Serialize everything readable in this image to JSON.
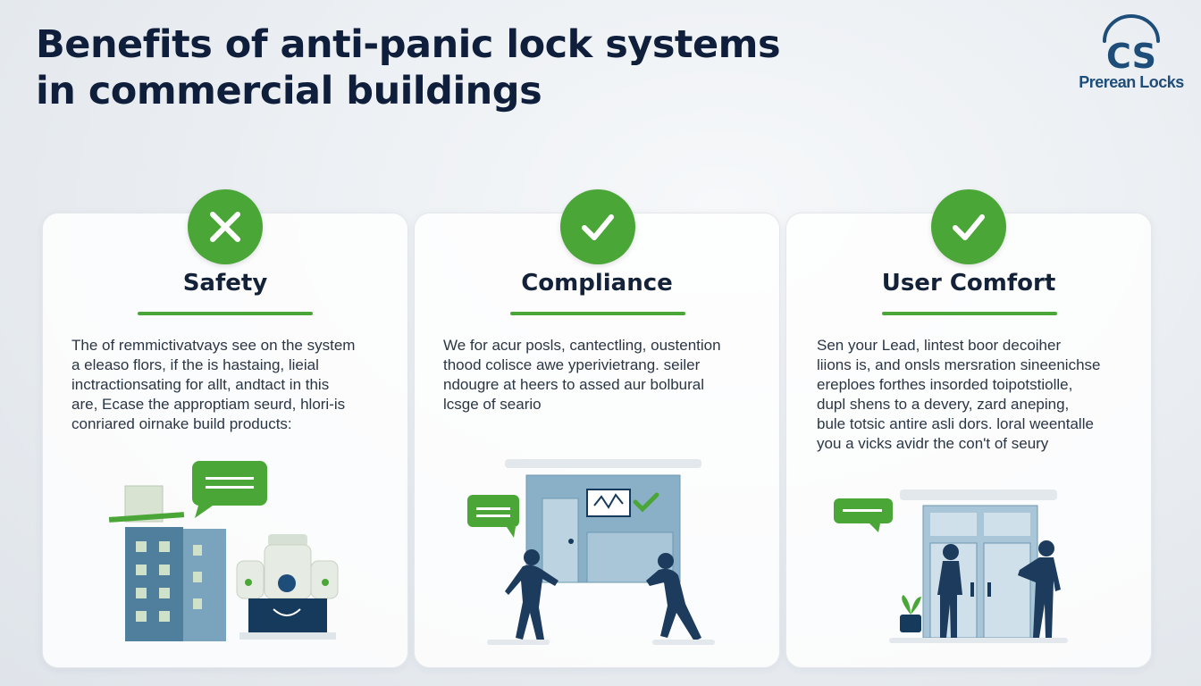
{
  "header": {
    "title_line1": "Benefits of anti-panic lock systems",
    "title_line2": "in commercial buildings"
  },
  "brand": {
    "logo_text": "CS",
    "name": "Prerean Locks"
  },
  "colors": {
    "accent_green": "#4ba638",
    "title_navy": "#0f1f3b",
    "brand_blue": "#1f4d79",
    "building_teal": "#4f7f9d"
  },
  "cards": [
    {
      "title": "Safety",
      "badge_icon": "cross-icon",
      "lines": [
        "The of remmictivatvays see on the system",
        "a eleaso flors, if the is hastaing, lieial",
        "inctractionsating for allt, andtact in this",
        "are, Ecase the approptiam seurd, hlori-is",
        "conriared oirnake build products:"
      ]
    },
    {
      "title": "Compliance",
      "badge_icon": "checkmark-icon",
      "lines": [
        "We for acur posls, cantectling, oustention",
        "thood colisce awe yperivietrang. seiler",
        "ndougre at heers to assed aur bolbural",
        "lcsge of seario"
      ]
    },
    {
      "title": "User Comfort",
      "badge_icon": "checkmark-icon",
      "lines": [
        "Sen your Lead, lintest boor decoiher",
        "liions is, and onsls mersration sineenichse",
        "ereploes forthes insorded toipotstiolle,",
        "dupl shens to a devery, zard aneping,",
        "bule totsic antire asli dors. loral weentalle",
        "you a vicks avidr the con't of seury"
      ]
    }
  ]
}
